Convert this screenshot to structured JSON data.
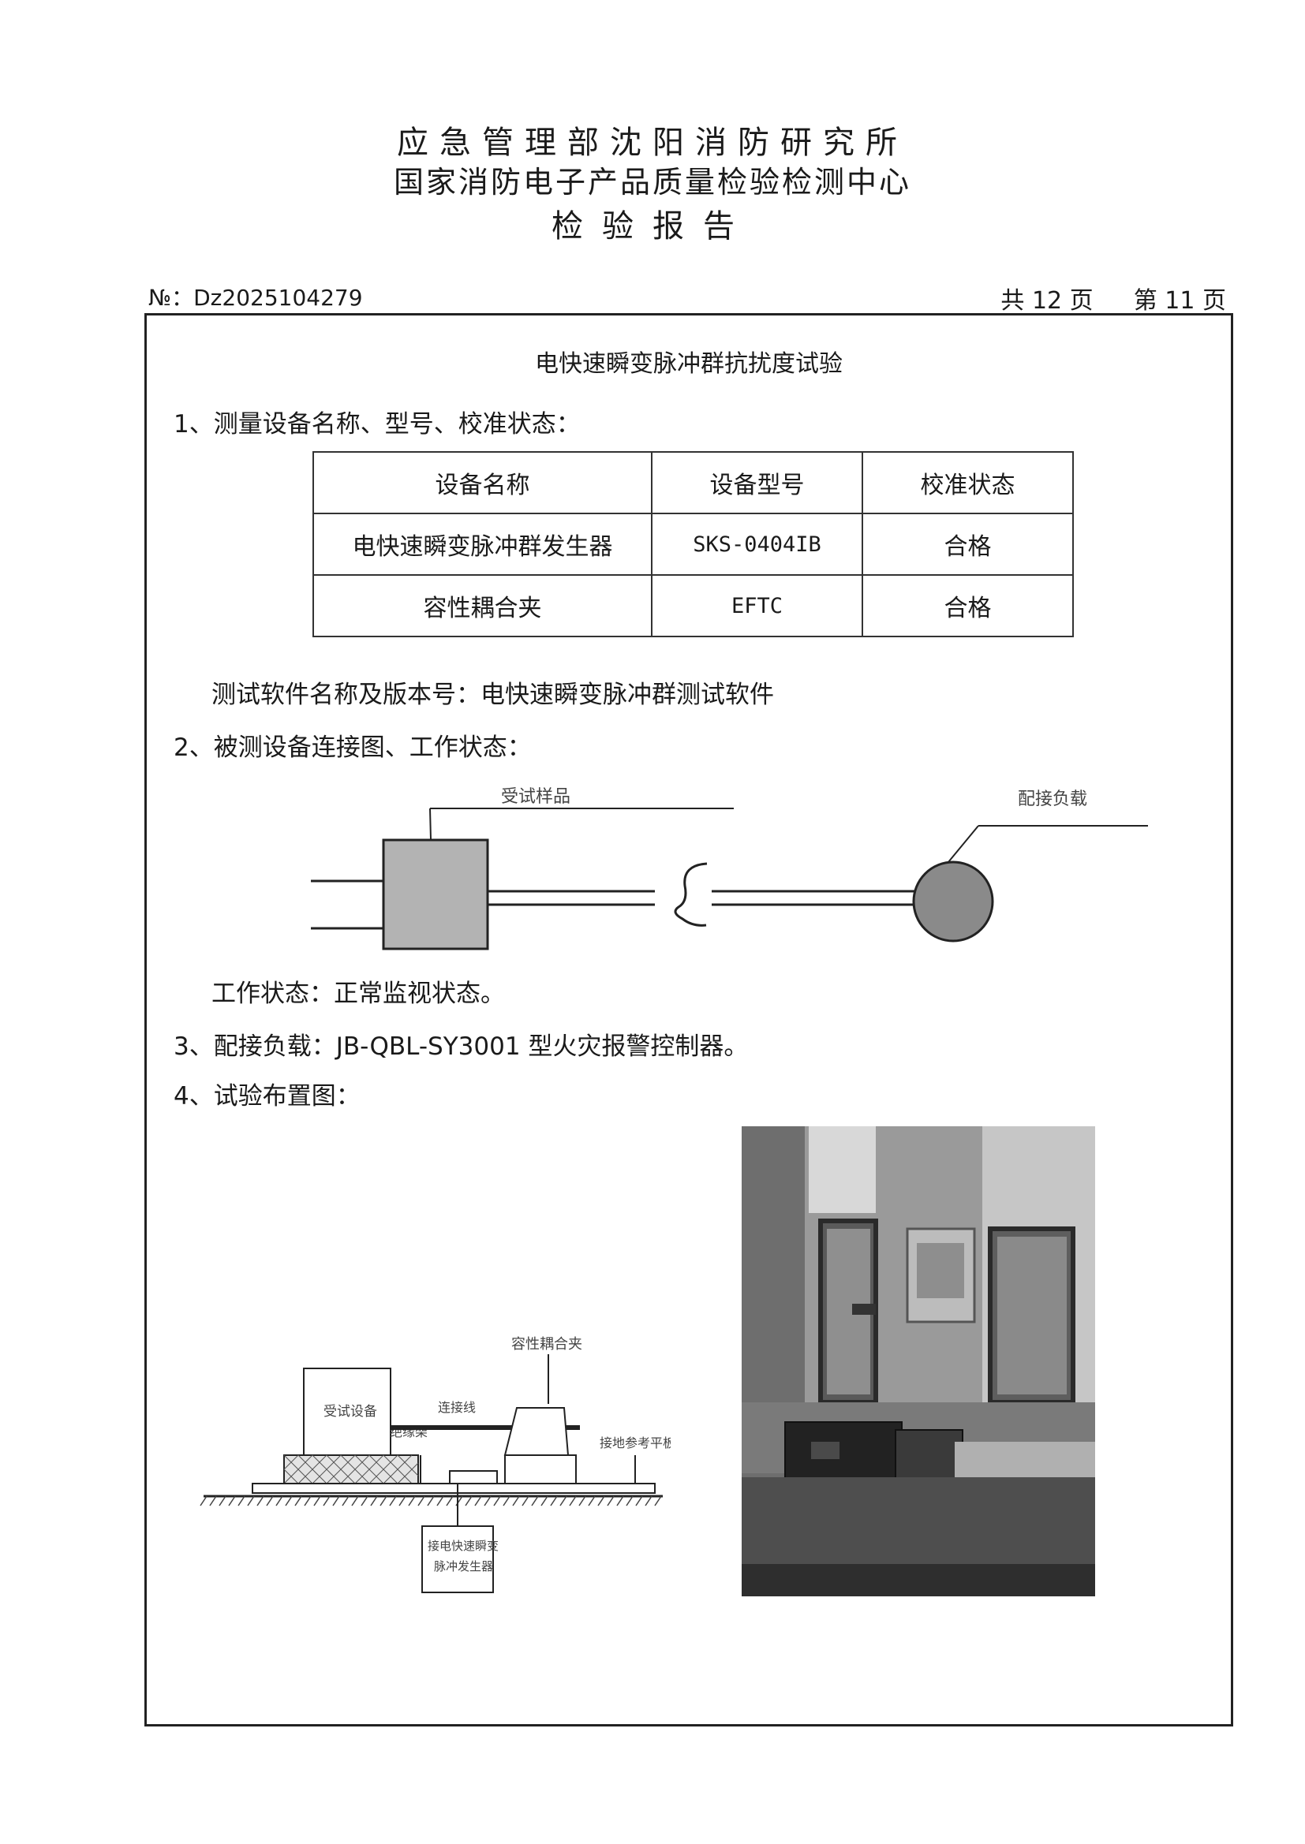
{
  "header": {
    "org": "应急管理部沈阳消防研究所",
    "center": "国家消防电子产品质量检验检测中心",
    "doc_type": "检验报告"
  },
  "report_no": "№：Dz2025104279",
  "pagination": {
    "total": "共 12 页",
    "current": "第 11 页"
  },
  "section_title": "电快速瞬变脉冲群抗扰度试验",
  "item1": {
    "heading": "1、测量设备名称、型号、校准状态：",
    "columns": [
      "设备名称",
      "设备型号",
      "校准状态"
    ],
    "rows": [
      [
        "电快速瞬变脉冲群发生器",
        "SKS-0404IB",
        "合格"
      ],
      [
        "容性耦合夹",
        "EFTC",
        "合格"
      ]
    ],
    "software": "测试软件名称及版本号：电快速瞬变脉冲群测试软件"
  },
  "item2": {
    "heading": "2、被测设备连接图、工作状态：",
    "diagram": {
      "sample_label": "受试样品",
      "load_label": "配接负载"
    },
    "work_state": "工作状态：正常监视状态。"
  },
  "item3": {
    "text": "3、配接负载：JB-QBL-SY3001 型火灾报警控制器。"
  },
  "item4": {
    "heading": "4、试验布置图：",
    "layout": {
      "eut_label": "受试设备",
      "wire_label": "连接线",
      "clamp_label": "容性耦合夹",
      "insulator_label": "绝缘架",
      "ground_plane_label": "接地参考平板",
      "generator_label_line1": "接电快速瞬变",
      "generator_label_line2": "脉冲发生器"
    }
  }
}
